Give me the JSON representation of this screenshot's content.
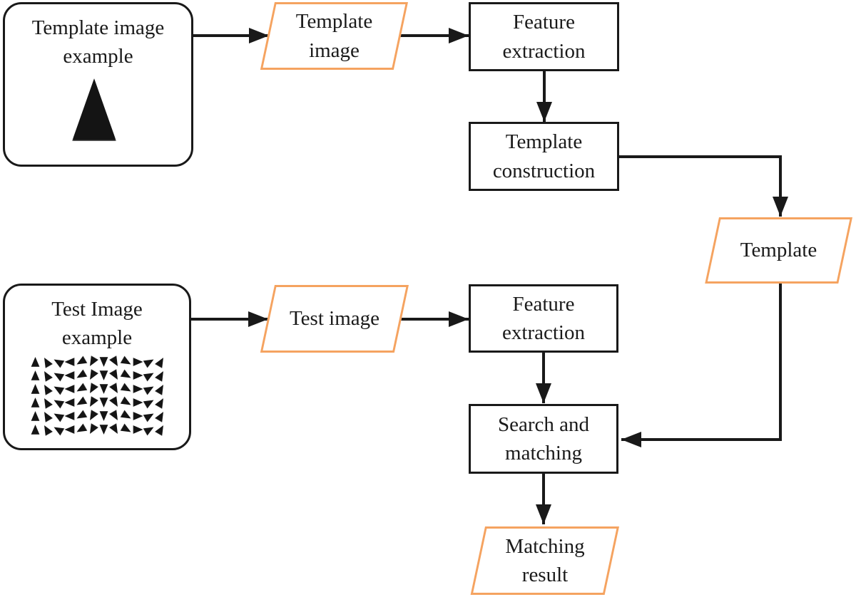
{
  "colors": {
    "line": "#191919",
    "accent_orange": "#f5a360",
    "background": "#ffffff",
    "glyph_fill": "#141414"
  },
  "nodes": {
    "template_example": {
      "label": "Template image\nexample",
      "shape": "rounded-rect"
    },
    "template_image": {
      "label": "Template\nimage",
      "shape": "parallelogram"
    },
    "feature_extraction_top": {
      "label": "Feature\nextraction",
      "shape": "rect"
    },
    "template_construction": {
      "label": "Template\nconstruction",
      "shape": "rect"
    },
    "template": {
      "label": "Template",
      "shape": "parallelogram"
    },
    "test_example": {
      "label": "Test Image\nexample",
      "shape": "rounded-rect"
    },
    "test_image": {
      "label": "Test image",
      "shape": "parallelogram"
    },
    "feature_extraction_bottom": {
      "label": "Feature\nextraction",
      "shape": "rect"
    },
    "search_matching": {
      "label": "Search and\nmatching",
      "shape": "rect"
    },
    "matching_result": {
      "label": "Matching\nresult",
      "shape": "parallelogram"
    }
  },
  "edges": [
    {
      "from": "template_example",
      "to": "template_image"
    },
    {
      "from": "template_image",
      "to": "feature_extraction_top"
    },
    {
      "from": "feature_extraction_top",
      "to": "template_construction"
    },
    {
      "from": "template_construction",
      "to": "template"
    },
    {
      "from": "template",
      "to": "search_matching"
    },
    {
      "from": "test_example",
      "to": "test_image"
    },
    {
      "from": "test_image",
      "to": "feature_extraction_bottom"
    },
    {
      "from": "feature_extraction_bottom",
      "to": "search_matching"
    },
    {
      "from": "search_matching",
      "to": "matching_result"
    }
  ],
  "test_pattern": {
    "rows": 6,
    "cols": 12,
    "col_rotations_deg": [
      0,
      -30,
      -60,
      -90,
      -120,
      -150,
      180,
      150,
      120,
      90,
      60,
      30
    ]
  }
}
